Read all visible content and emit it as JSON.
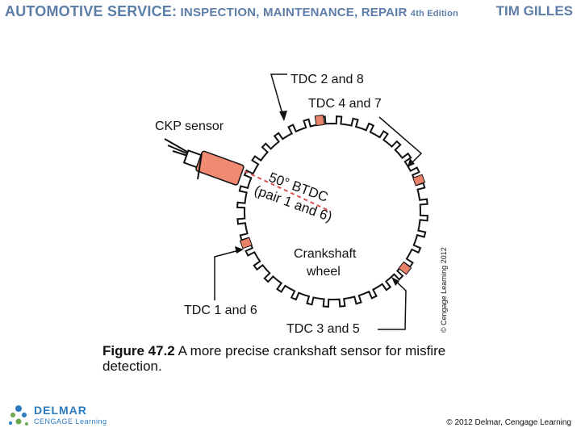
{
  "header": {
    "title_main": "AUTOMOTIVE SERVICE:",
    "title_sub": "INSPECTION, MAINTENANCE, REPAIR",
    "edition": "4th Edition",
    "author": "TIM GILLES"
  },
  "diagram": {
    "labels": {
      "tdc_2_8": "TDC 2 and 8",
      "tdc_4_7": "TDC 4 and 7",
      "ckp_sensor": "CKP sensor",
      "angle_1": "50° BTDC",
      "angle_2": "(pair 1 and 6)",
      "wheel_1": "Crankshaft",
      "wheel_2": "wheel",
      "tdc_1_6": "TDC 1 and 6",
      "tdc_3_5": "TDC 3 and 5"
    },
    "image_copyright": "© Cengage Learning 2012",
    "colors": {
      "marker": "#e8826a",
      "sensor": "#f08a70",
      "dashed_line": "#d9534f"
    }
  },
  "caption": {
    "figure_number": "Figure 47.2",
    "text": "A more precise crankshaft sensor for misfire detection."
  },
  "logo": {
    "name": "DELMAR",
    "sub": "CENGAGE Learning"
  },
  "footer": {
    "copyright": "© 2012 Delmar, Cengage Learning"
  }
}
